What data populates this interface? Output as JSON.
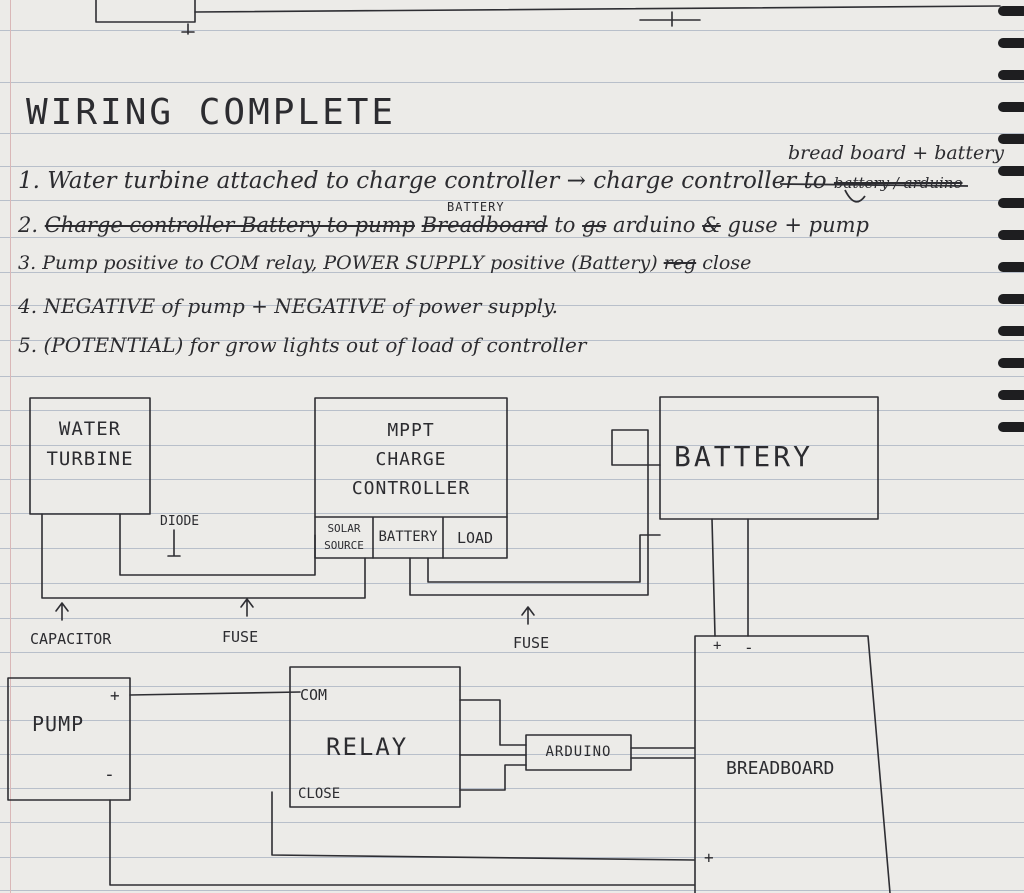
{
  "heading": "WIRING COMPLETE",
  "notes": {
    "annotation_top": "bread board + battery",
    "battery_caret": "BATTERY",
    "line1": {
      "num": "1.",
      "text_a": "Water turbine attached to charge controller",
      "arrow": "→",
      "text_b": "charge controller to",
      "struck": "battery / arduino"
    },
    "line2": {
      "num": "2.",
      "struck_a": "Charge controller Battery to pump",
      "struck_b": "Breadboard",
      "text_a": "to",
      "struck_c": "gs",
      "text_b": "arduino",
      "struck_d": "&",
      "text_c": "guse + pump"
    },
    "line3": {
      "num": "3.",
      "text_a": "Pump positive to COM relay, POWER SUPPLY positive (Battery)",
      "struck": "reg",
      "text_b": "close"
    },
    "line4": {
      "num": "4.",
      "text": "NEGATIVE of pump + NEGATIVE of power supply."
    },
    "line5": {
      "num": "5.",
      "text": "(POTENTIAL) for grow lights out of load of controller"
    }
  },
  "diagram": {
    "water_turbine": [
      "WATER",
      "TURBINE"
    ],
    "mppt": [
      "MPPT",
      "CHARGE",
      "CONTROLLER"
    ],
    "port_solar": [
      "SOLAR",
      "SOURCE"
    ],
    "port_battery": "BATTERY",
    "port_load": "LOAD",
    "battery": "BATTERY",
    "diode": "DIODE",
    "capacitor": "CAPACITOR",
    "fuse_1": "FUSE",
    "fuse_2": "FUSE",
    "pump": "PUMP",
    "pump_plus": "+",
    "pump_minus": "-",
    "relay": "RELAY",
    "relay_com": "COM",
    "relay_close": "CLOSE",
    "arduino": "ARDUINO",
    "breadboard": "BREADBOARD",
    "bb_plus_top": "+",
    "bb_minus_top": "-",
    "bb_plus_bottom": "+"
  }
}
